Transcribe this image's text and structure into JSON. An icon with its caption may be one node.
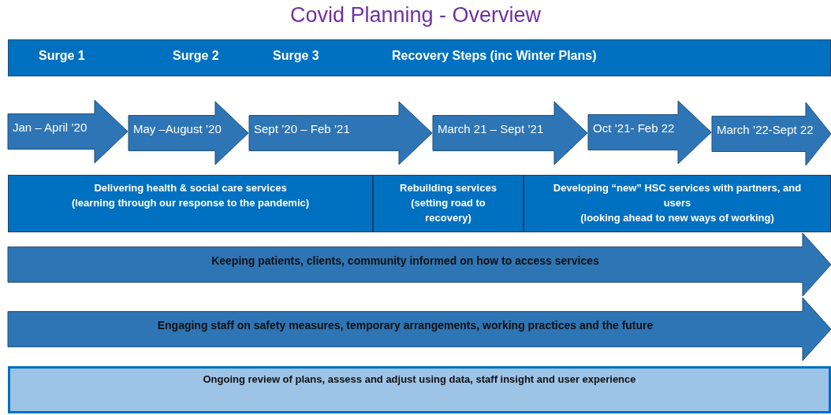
{
  "diagram": {
    "title": "Covid Planning  -  Overview",
    "nodes": [
      {
        "text": [
          "Surge 1",
          "Surge  2",
          "Surge 3",
          "Recovery Steps (inc Winter Plans)"
        ]
      },
      {
        "text": [
          "Jan – April ’20"
        ]
      },
      {
        "text": [
          "May –August ’20"
        ]
      },
      {
        "text": [
          "Sept ’20 – Feb ’21"
        ]
      },
      {
        "text": [
          "March 21 – Sept ’21"
        ]
      },
      {
        "text": [
          "Oct ’21- Feb 22"
        ]
      },
      {
        "text": [
          "March ’22-Sept 22"
        ]
      },
      {
        "text": [
          "Delivering health & social care services",
          "(learning through our response to the pandemic)"
        ]
      },
      {
        "text": [
          "Rebuilding services",
          "(setting road to recovery)"
        ]
      },
      {
        "text": [
          "Developing “new” HSC services with partners, and users",
          "(looking ahead to new ways of working)"
        ]
      },
      {
        "text": [
          "Keeping patients, clients, community informed on how to access services"
        ]
      },
      {
        "text": [
          "Engaging staff on safety measures, temporary arrangements, working practices and the future"
        ]
      },
      {
        "text": [
          "Ongoing review of plans, assess and adjust using data, staff insight and user experience"
        ]
      }
    ]
  }
}
